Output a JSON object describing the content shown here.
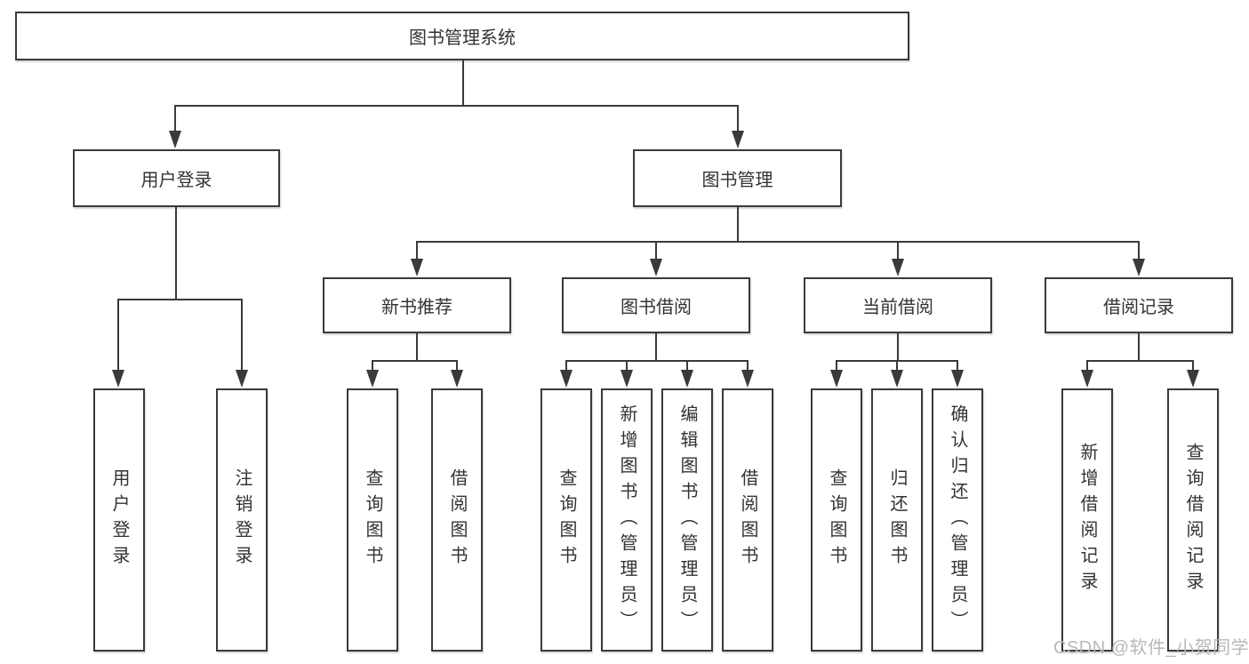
{
  "tree": {
    "root": {
      "label": "图书管理系统"
    },
    "branches": [
      {
        "label": "用户登录",
        "children": [
          {
            "label": "用户登录"
          },
          {
            "label": "注销登录"
          }
        ]
      },
      {
        "label": "图书管理",
        "children": [
          {
            "label": "新书推荐",
            "children": [
              {
                "label": "查询图书"
              },
              {
                "label": "借阅图书"
              }
            ]
          },
          {
            "label": "图书借阅",
            "children": [
              {
                "label": "查询图书"
              },
              {
                "label": "新增图书（管理员）"
              },
              {
                "label": "编辑图书（管理员）"
              },
              {
                "label": "借阅图书"
              }
            ]
          },
          {
            "label": "当前借阅",
            "children": [
              {
                "label": "查询图书"
              },
              {
                "label": "归还图书"
              },
              {
                "label": "确认归还（管理员）"
              }
            ]
          },
          {
            "label": "借阅记录",
            "children": [
              {
                "label": "新增借阅记录"
              },
              {
                "label": "查询借阅记录"
              }
            ]
          }
        ]
      }
    ]
  },
  "watermark": {
    "text": "CSDN @软件_小贺同学"
  },
  "colors": {
    "line": "#3a3a3a",
    "text": "#333333",
    "background": "#ffffff",
    "box_background": "#ffffff",
    "watermark": "#b8b8b8"
  }
}
